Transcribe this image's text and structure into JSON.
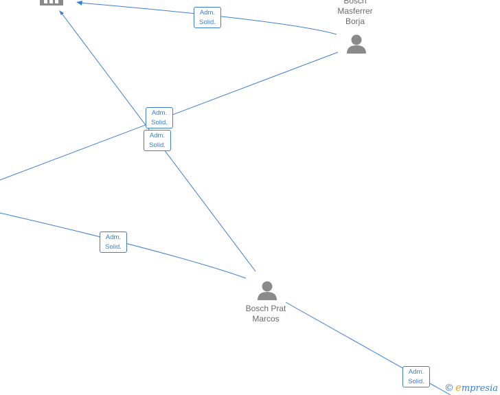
{
  "nodes": {
    "person_top": {
      "name_lines": [
        "Bosch",
        "Masferrer",
        "Borja"
      ],
      "icon": "person-icon"
    },
    "person_mid": {
      "name_lines": [
        "Bosch Prat",
        "Marcos"
      ],
      "icon": "person-icon"
    },
    "company": {
      "icon": "building-icon"
    }
  },
  "relation_badges": [
    {
      "line1": "Adm.",
      "line2": "Solid."
    },
    {
      "line1": "Adm.",
      "line2": "Solid."
    },
    {
      "line1": "Adm.",
      "line2": "Solid."
    },
    {
      "line1": "Adm.",
      "line2": "Solid."
    },
    {
      "line1": "Adm.",
      "line2": "Solid."
    }
  ],
  "footer": {
    "copyright_symbol": "©",
    "brand_initial": "e",
    "brand_rest": "mpresia"
  },
  "colors": {
    "edge": "#3b7dd8",
    "icon": "#8a8a8a",
    "label": "#6a6a6a",
    "brand_accent": "#f0a01e"
  }
}
